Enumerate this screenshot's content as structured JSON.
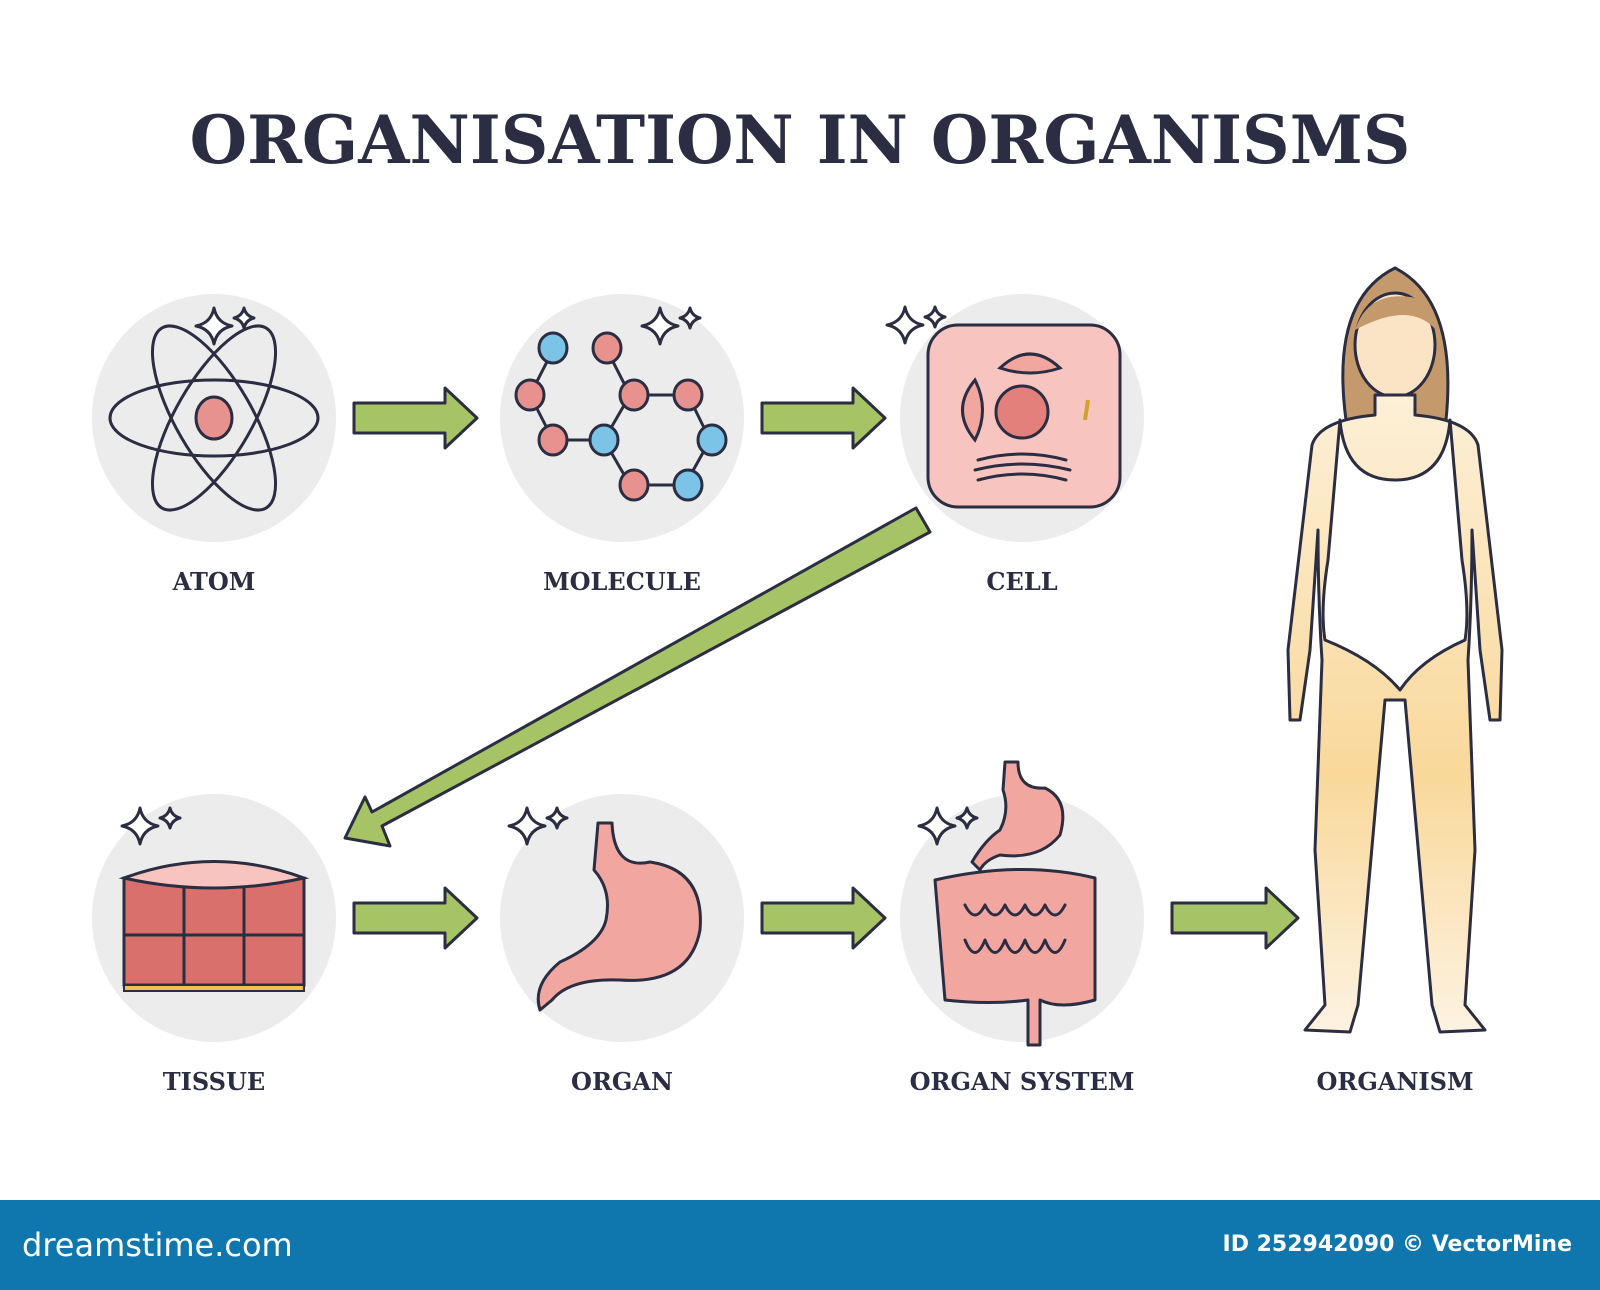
{
  "title": "ORGANISATION IN ORGANISMS",
  "levels": [
    {
      "label": "ATOM"
    },
    {
      "label": "MOLECULE"
    },
    {
      "label": "CELL"
    },
    {
      "label": "TISSUE"
    },
    {
      "label": "ORGAN"
    },
    {
      "label": "ORGAN SYSTEM"
    },
    {
      "label": "ORGANISM"
    }
  ],
  "colors": {
    "arrow": "#a6c465",
    "outline": "#2b2d42",
    "pink": "#e8928f",
    "blue": "#7cc3e8",
    "footer": "#1077ae"
  },
  "footer": {
    "brand": "dreamstime.com",
    "credit": "ID 252942090 © VectorMine"
  }
}
